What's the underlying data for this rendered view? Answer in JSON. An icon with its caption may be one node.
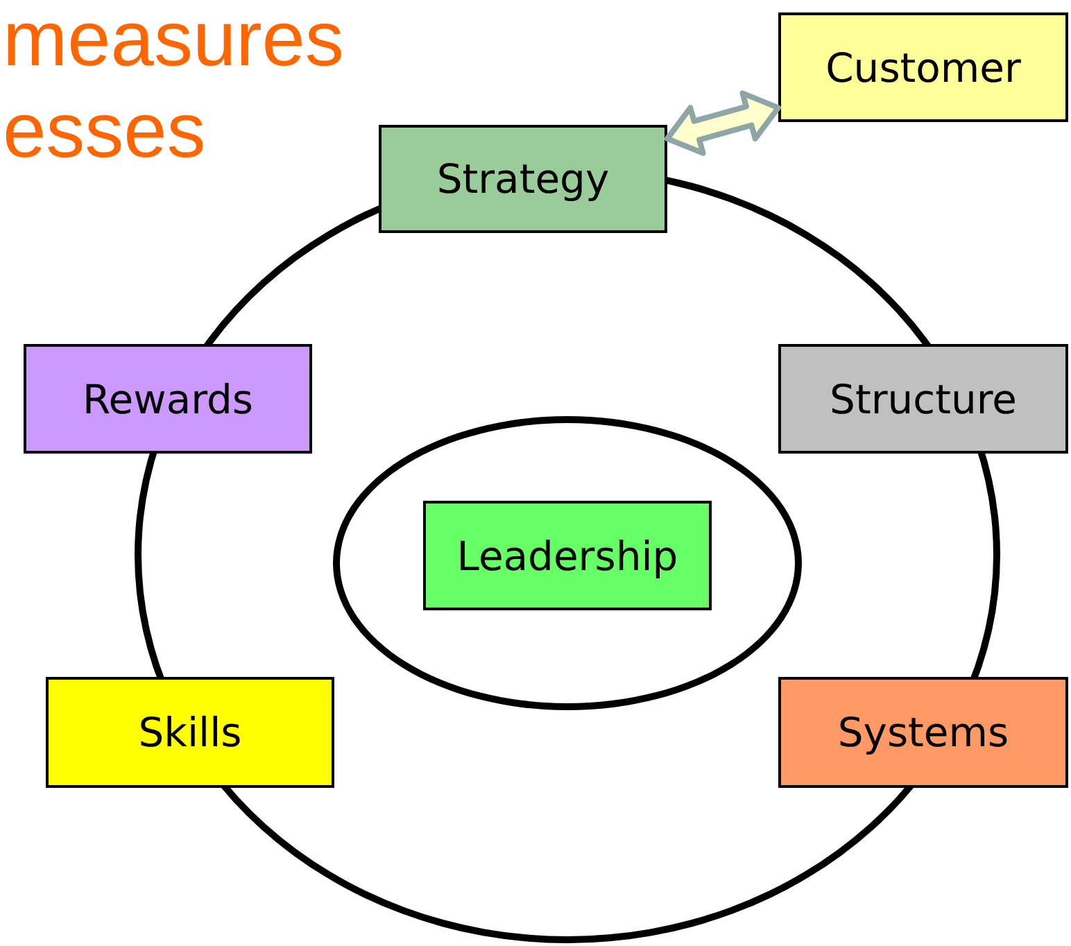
{
  "diagram": {
    "nodes": [
      {
        "text": [],
        "shape": "circle"
      },
      {
        "text": [],
        "shape": "circle",
        "in": 0
      },
      {
        "text": [
          "Leadership"
        ],
        "in": 1
      },
      {
        "text": [
          "Customer"
        ]
      },
      {
        "text": [
          "Strategy"
        ]
      },
      {
        "text": [
          "Rewards"
        ]
      },
      {
        "text": [
          "Structure"
        ]
      },
      {
        "text": [
          "Skills"
        ]
      },
      {
        "text": [
          "Systems"
        ]
      }
    ],
    "edges": [
      {
        "from": 4,
        "to": 3,
        "arrow": "both",
        "style": "thick",
        "color": "#ffffcc"
      }
    ],
    "labels": [
      "measures",
      "esses"
    ]
  }
}
